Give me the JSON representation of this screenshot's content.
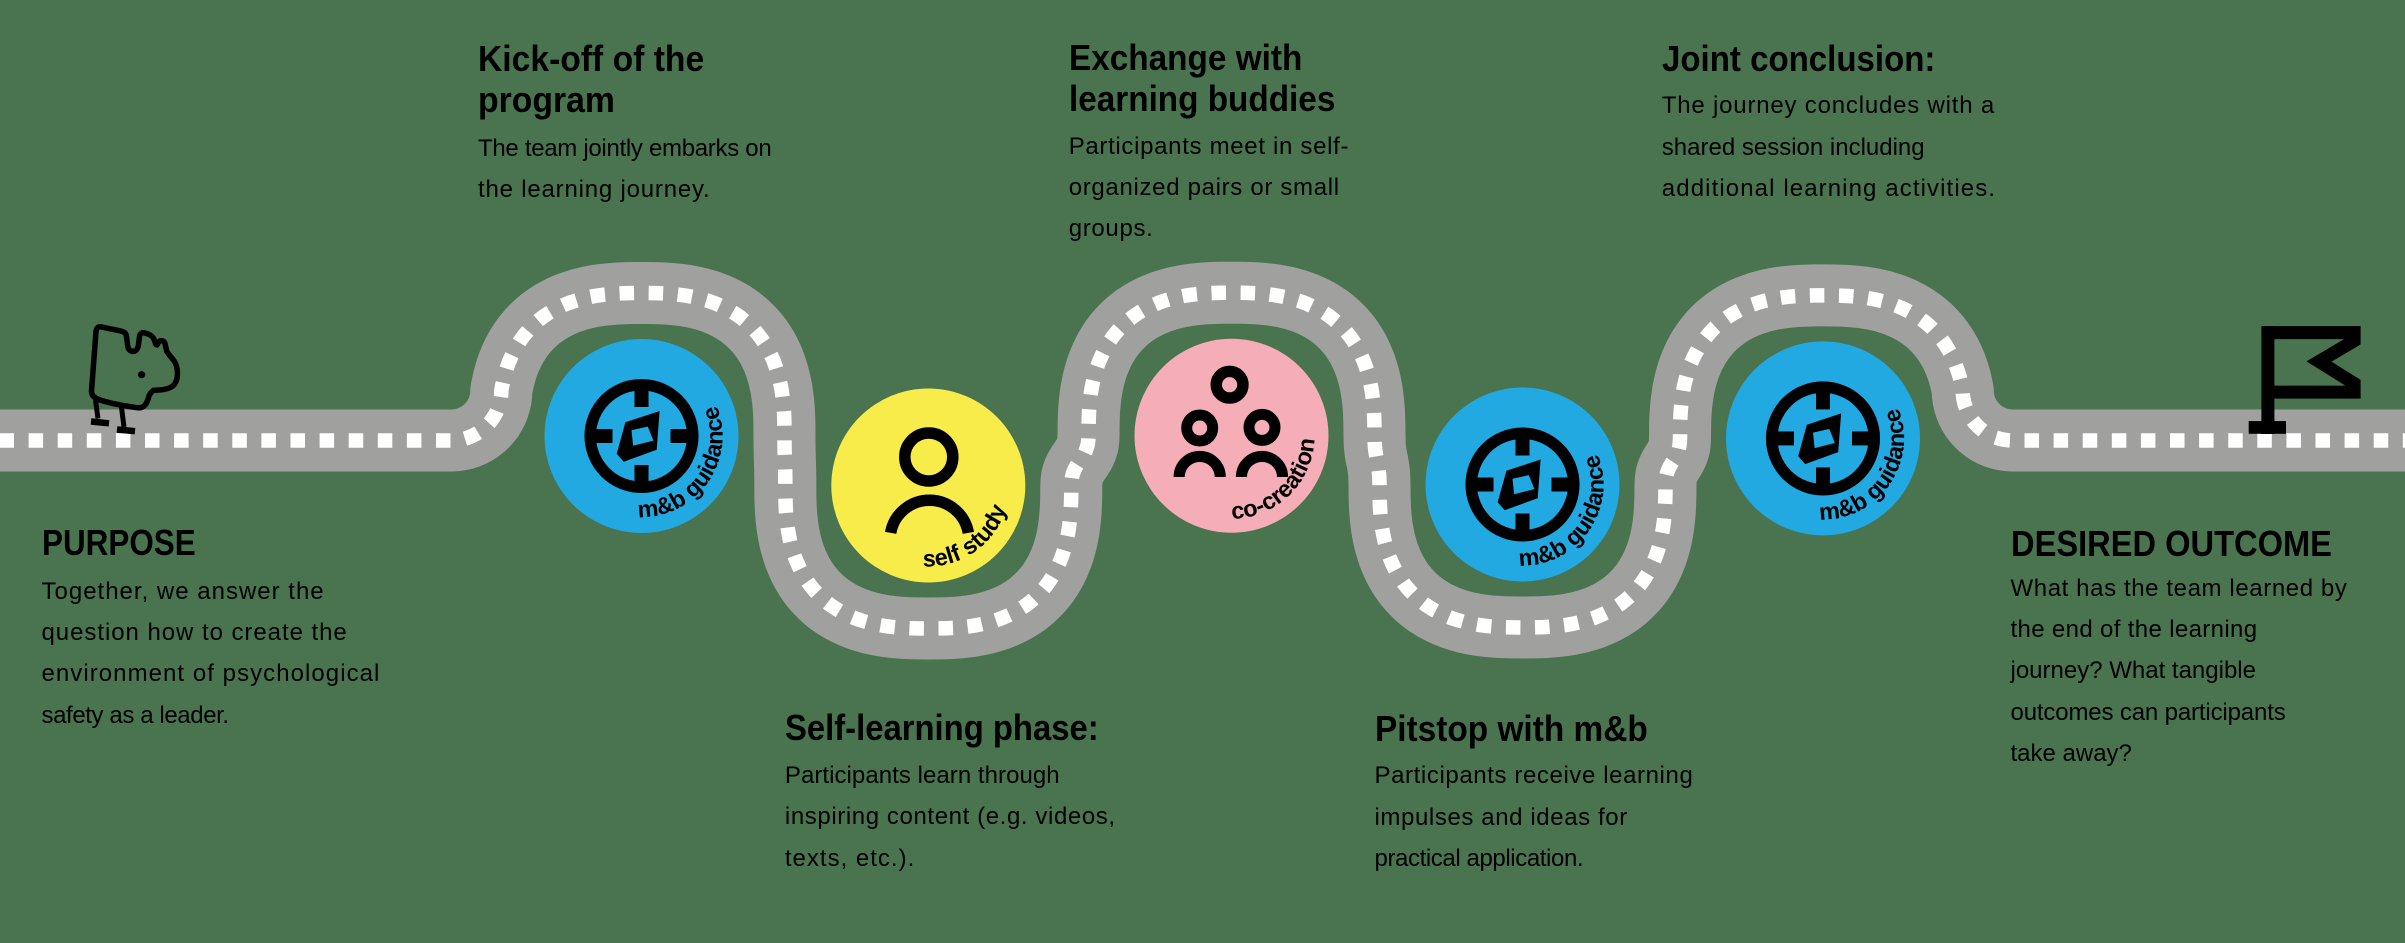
{
  "colors": {
    "background": "#49744f",
    "road": "#a0a09f",
    "road_dash": "#ffffff",
    "stage_guidance": "#22a9e1",
    "stage_self_study": "#f8ec4a",
    "stage_co_creation": "#f5aeb8",
    "ink": "#000000"
  },
  "journey": {
    "start_icon": "dog-mascot-icon",
    "finish_icon": "finish-flag-icon",
    "stages": [
      {
        "id": "guidance-1",
        "label": "m&b guidance",
        "icon": "compass-icon",
        "color_key": "stage_guidance"
      },
      {
        "id": "self-study",
        "label": "self study",
        "icon": "person-icon",
        "color_key": "stage_self_study"
      },
      {
        "id": "co-creation",
        "label": "co-creation",
        "icon": "group-icon",
        "color_key": "stage_co_creation"
      },
      {
        "id": "guidance-2",
        "label": "m&b guidance",
        "icon": "compass-icon",
        "color_key": "stage_guidance"
      },
      {
        "id": "guidance-3",
        "label": "m&b guidance",
        "icon": "compass-icon",
        "color_key": "stage_guidance"
      }
    ]
  },
  "annotations": {
    "kickoff": {
      "title": "Kick-off of the\nprogram",
      "body": "The team jointly embarks on\nthe learning journey."
    },
    "exchange": {
      "title": "Exchange with\nlearning buddies",
      "body": "Participants meet in self-\norganized pairs or small\ngroups."
    },
    "joint_conclusion": {
      "title": "Joint conclusion:",
      "body": "The journey concludes with a\nshared session including\nadditional learning activities."
    },
    "purpose": {
      "title": "PURPOSE",
      "body": "Together, we answer the\nquestion how to create the\nenvironment of psychological\nsafety as a leader."
    },
    "self_learning": {
      "title": "Self-learning phase:",
      "body": "Participants learn through\ninspiring content (e.g. videos,\ntexts, etc.)."
    },
    "pitstop": {
      "title": "Pitstop with m&b",
      "body": "Participants receive learning\nimpulses and ideas for\npractical application."
    },
    "desired_outcome": {
      "title": "DESIRED OUTCOME",
      "body": "What has the team learned by\nthe end of the learning\njourney? What tangible\noutcomes can participants\ntake away?"
    }
  }
}
